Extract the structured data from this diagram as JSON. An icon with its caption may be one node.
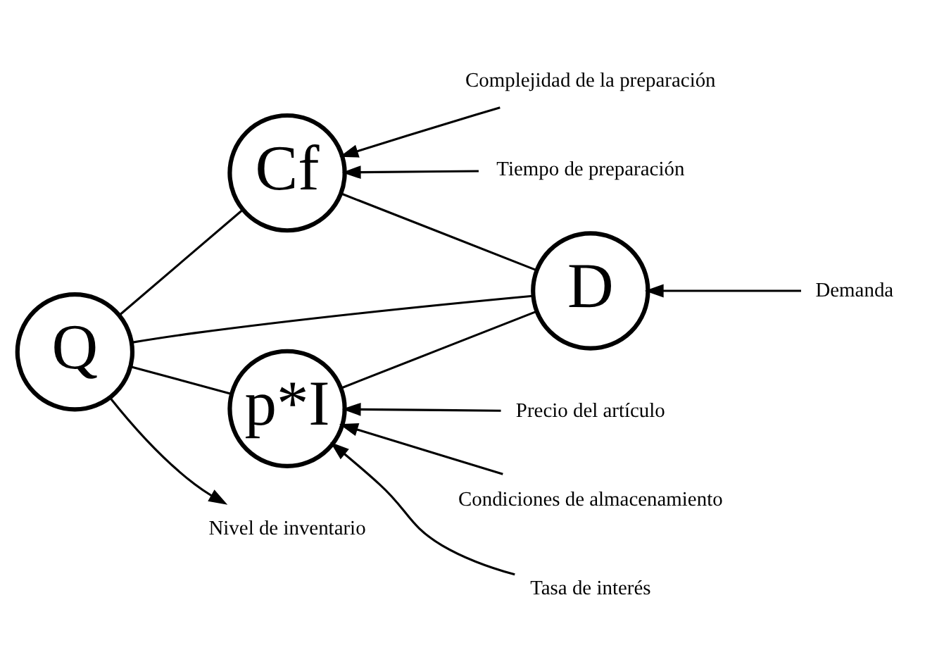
{
  "diagram": {
    "nodes": [
      {
        "text": [
          "Cf"
        ]
      },
      {
        "text": [
          "Q"
        ]
      },
      {
        "text": [
          "D"
        ]
      },
      {
        "text": [
          "p*I"
        ]
      },
      {
        "text": [
          "Complejidad de la preparación"
        ]
      },
      {
        "text": [
          "Tiempo de preparación"
        ]
      },
      {
        "text": [
          "Demanda"
        ]
      },
      {
        "text": [
          "Nivel de inventario"
        ]
      },
      {
        "text": [
          "Precio del artículo"
        ]
      },
      {
        "text": [
          "Condiciones de almacenamiento"
        ]
      },
      {
        "text": [
          "Tasa de interés"
        ]
      }
    ],
    "edges": [
      {
        "from": 1,
        "to": 0,
        "arrow": "none"
      },
      {
        "from": 1,
        "to": 2,
        "arrow": "none"
      },
      {
        "from": 1,
        "to": 3,
        "arrow": "none"
      },
      {
        "from": 0,
        "to": 2,
        "arrow": "none"
      },
      {
        "from": 3,
        "to": 2,
        "arrow": "none"
      },
      {
        "from": 4,
        "to": 0,
        "arrow": "to"
      },
      {
        "from": 5,
        "to": 0,
        "arrow": "to"
      },
      {
        "from": 6,
        "to": 2,
        "arrow": "to"
      },
      {
        "from": 1,
        "to": 7,
        "arrow": "to"
      },
      {
        "from": 8,
        "to": 3,
        "arrow": "to"
      },
      {
        "from": 9,
        "to": 3,
        "arrow": "to"
      },
      {
        "from": 10,
        "to": 3,
        "arrow": "to"
      }
    ]
  }
}
